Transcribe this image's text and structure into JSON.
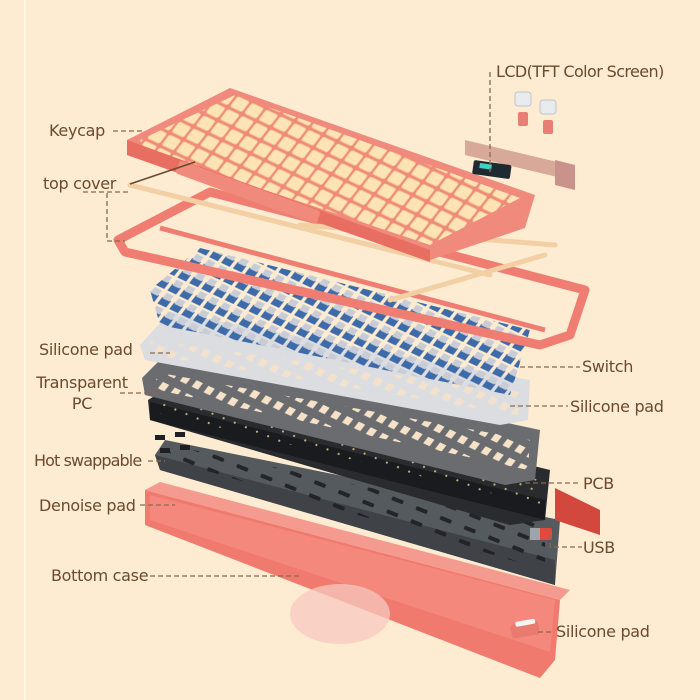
{
  "diagram": {
    "subject": "Mechanical keyboard exploded view",
    "colors": {
      "background": "#fdebd2",
      "label_text": "#6b4a2e",
      "leader_line": "#8a6a4e",
      "keycap_pink": "#f08a7c",
      "keycap_cream": "#fde3b6",
      "top_cover": "#f07d72",
      "switch_blue": "#3d6aa8",
      "switch_clear": "#c8ccd6",
      "plate_gray": "#6a6c70",
      "pcb_black": "#2a2b2e",
      "denoise_gray": "#555a5e",
      "bottom_case": "#f07a6e",
      "silicone_light": "#e8e8ea"
    },
    "labels_left": [
      {
        "id": "keycap",
        "text": "Keycap"
      },
      {
        "id": "top-cover",
        "text": "top cover"
      },
      {
        "id": "silicone-pad-1",
        "text": "Silicone pad"
      },
      {
        "id": "transparent-pc",
        "line1": "Transparent",
        "line2": "PC"
      },
      {
        "id": "hot-swappable",
        "text": "Hot swappable"
      },
      {
        "id": "denoise-pad",
        "text": "Denoise pad"
      },
      {
        "id": "bottom-case",
        "text": "Bottom case"
      }
    ],
    "labels_right": [
      {
        "id": "lcd",
        "text": "LCD(TFT Color Screen)"
      },
      {
        "id": "switch",
        "text": "Switch"
      },
      {
        "id": "silicone-pad-2",
        "text": "Silicone pad"
      },
      {
        "id": "pcb",
        "text": "PCB"
      },
      {
        "id": "usb",
        "text": "USB"
      },
      {
        "id": "silicone-pad-3",
        "text": "Silicone pad"
      }
    ]
  }
}
